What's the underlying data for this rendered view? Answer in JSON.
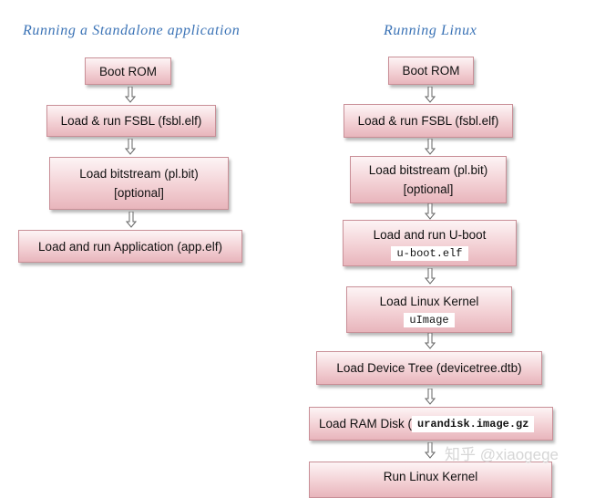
{
  "headings": {
    "left": "Running a Standalone application",
    "right": "Running Linux"
  },
  "left_flow": {
    "boot_rom": "Boot ROM",
    "fsbl": "Load & run FSBL (fsbl.elf)",
    "bitstream_line1": "Load bitstream (pl.bit)",
    "bitstream_line2": "[optional]",
    "app": "Load and run Application (app.elf)"
  },
  "right_flow": {
    "boot_rom": "Boot ROM",
    "fsbl": "Load & run FSBL (fsbl.elf)",
    "bitstream_line1": "Load bitstream (pl.bit)",
    "bitstream_line2": "[optional]",
    "uboot": "Load and run U-boot",
    "uboot_file": "u-boot.elf",
    "kernel": "Load Linux Kernel",
    "kernel_file": "uImage",
    "devicetree": "Load Device Tree (devicetree.dtb)",
    "ramdisk": "Load RAM Disk (",
    "ramdisk_file": "urandisk.image.gz",
    "run_kernel": "Run Linux Kernel"
  },
  "watermark": "知乎 @xiaogege",
  "colors": {
    "heading": "#3b73b6",
    "box_top": "#fdf4f5",
    "box_bottom": "#e8b5bc",
    "box_border": "#c98f97"
  }
}
